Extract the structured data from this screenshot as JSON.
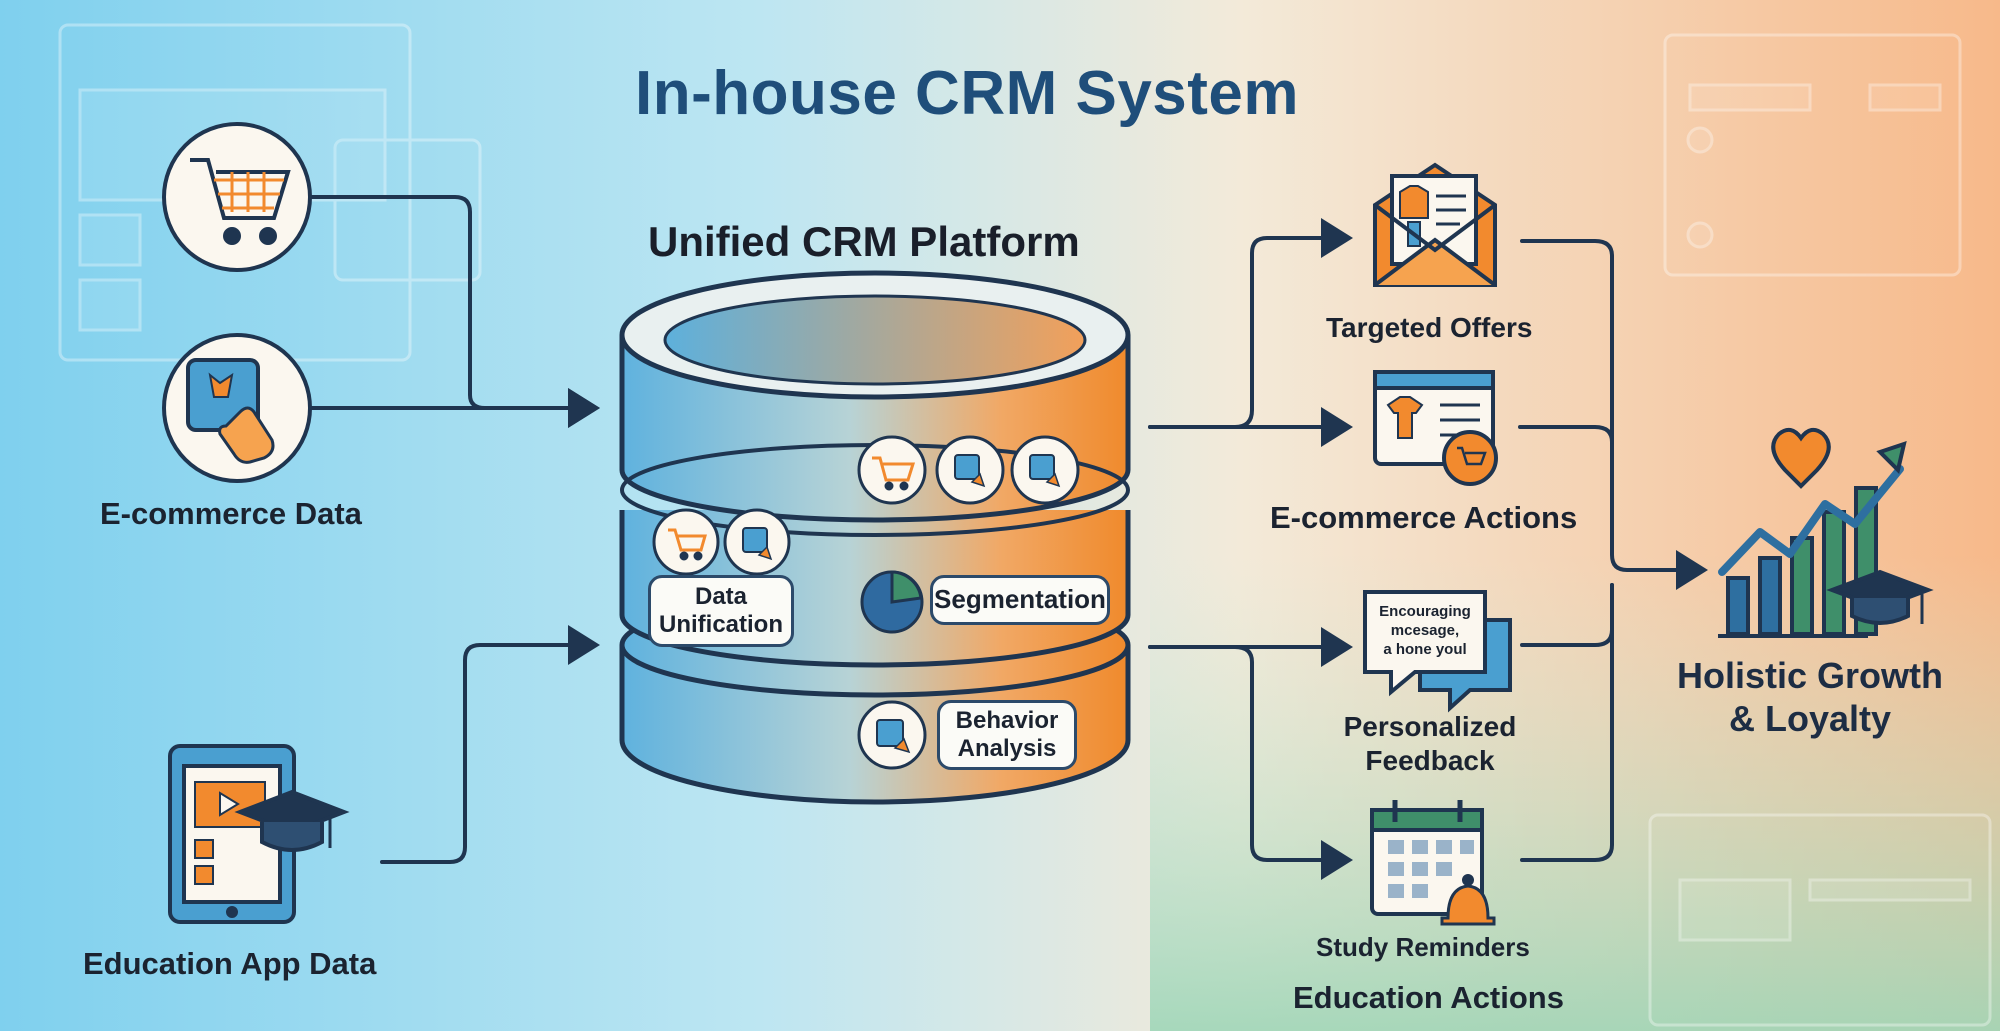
{
  "title": "In-house CRM System",
  "platform_title": "Unified CRM Platform",
  "inputs": {
    "ecommerce": {
      "label": "E-commerce Data",
      "icons": [
        "shopping-cart-icon",
        "tap-screen-icon"
      ]
    },
    "education": {
      "label": "Education App Data",
      "icons": [
        "tablet-video-graduation-icon"
      ]
    }
  },
  "platform": {
    "unification_label_line1": "Data",
    "unification_label_line2": "Unification",
    "segmentation_label": "Segmentation",
    "behavior_label_line1": "Behavior",
    "behavior_label_line2": "Analysis"
  },
  "actions": {
    "targeted_offers": "Targeted Offers",
    "ecommerce_actions": "E-commerce Actions",
    "feedback_bubble_line1": "Encouraging",
    "feedback_bubble_line2": "mcesage,",
    "feedback_bubble_line3": "a hone youl",
    "personalized_feedback_line1": "Personalized",
    "personalized_feedback_line2": "Feedback",
    "study_reminders": "Study Reminders",
    "education_actions": "Education Actions"
  },
  "outcome": {
    "line1": "Holistic Growth",
    "line2": "& Loyalty"
  },
  "colors": {
    "navy": "#1f3550",
    "orange": "#f28a2e",
    "blue": "#4a9fd0",
    "green": "#3f8f6a"
  }
}
